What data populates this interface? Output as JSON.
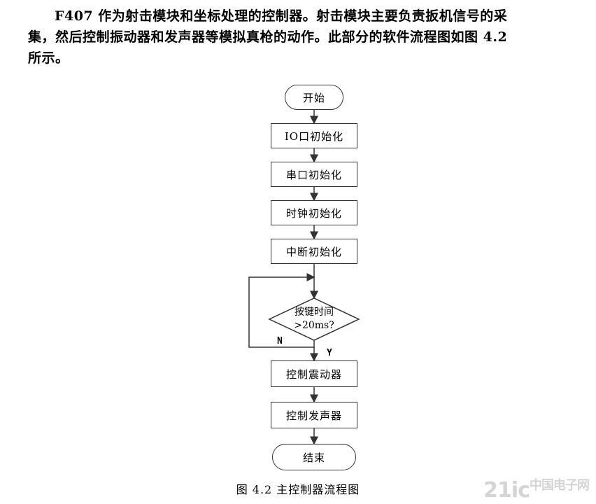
{
  "paragraph": {
    "line1": "F407 作为射击模块和坐标处理的控制器。射击模块主要负责扳机信号的采",
    "line2": "集，然后控制振动器和发声器等模拟真枪的动作。此部分的软件流程图如图 4.2",
    "line3": "所示。"
  },
  "flowchart": {
    "start": "开始",
    "io_init": "IO口初始化",
    "uart_init": "串口初始化",
    "clock_init": "时钟初始化",
    "interrupt_init": "中断初始化",
    "decision_line1": "按键时间",
    "decision_line2": ">20ms?",
    "label_no": "N",
    "label_yes": "Y",
    "vibrator": "控制震动器",
    "sounder": "控制发声器",
    "end": "结束"
  },
  "caption": "图 4.2  主控制器流程图",
  "watermark": {
    "main": "21ic",
    "sub": "中国电子网"
  }
}
